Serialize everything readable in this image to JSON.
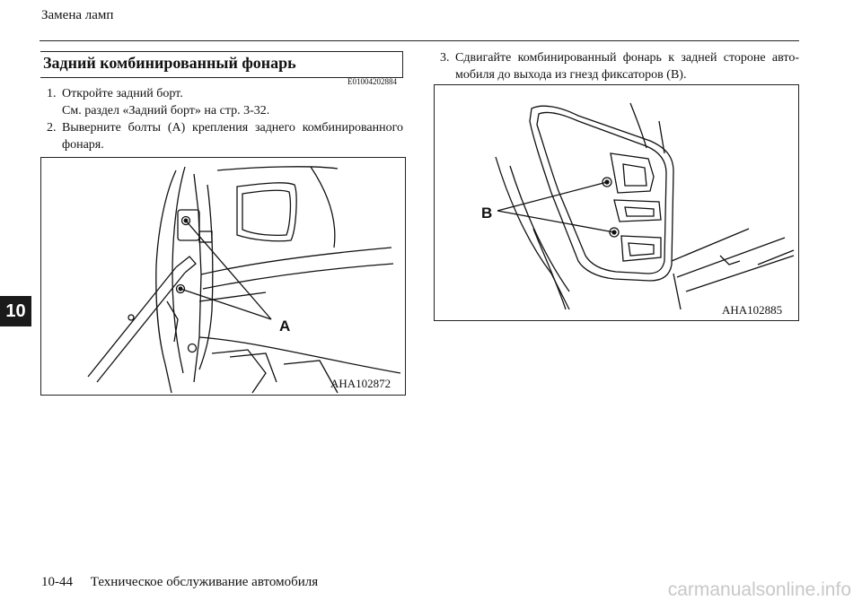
{
  "header": {
    "running_head": "Замена ламп"
  },
  "section": {
    "title": "Задний комбинированный фонарь",
    "code": "E01004202884"
  },
  "steps": [
    {
      "num": "1.",
      "lines": [
        "Откройте задний борт.",
        "См. раздел «Задний борт» на стр. 3-32."
      ]
    },
    {
      "num": "2.",
      "lines": [
        "Выверните болты (A) крепления заднего комбинированного",
        "фонаря."
      ]
    },
    {
      "num": "3.",
      "lines": [
        "Сдвигайте комбинированный фонарь к задней стороне авто-",
        "мобиля до выхода из гнезд фиксаторов (B)."
      ]
    }
  ],
  "figures": [
    {
      "label": "AHA102872",
      "callout": "A"
    },
    {
      "label": "AHA102885",
      "callout": "B"
    }
  ],
  "chapter_tab": "10",
  "footer": {
    "page": "10-44",
    "title": "Техническое обслуживание автомобиля"
  },
  "watermark": "carmanualsonline.info"
}
